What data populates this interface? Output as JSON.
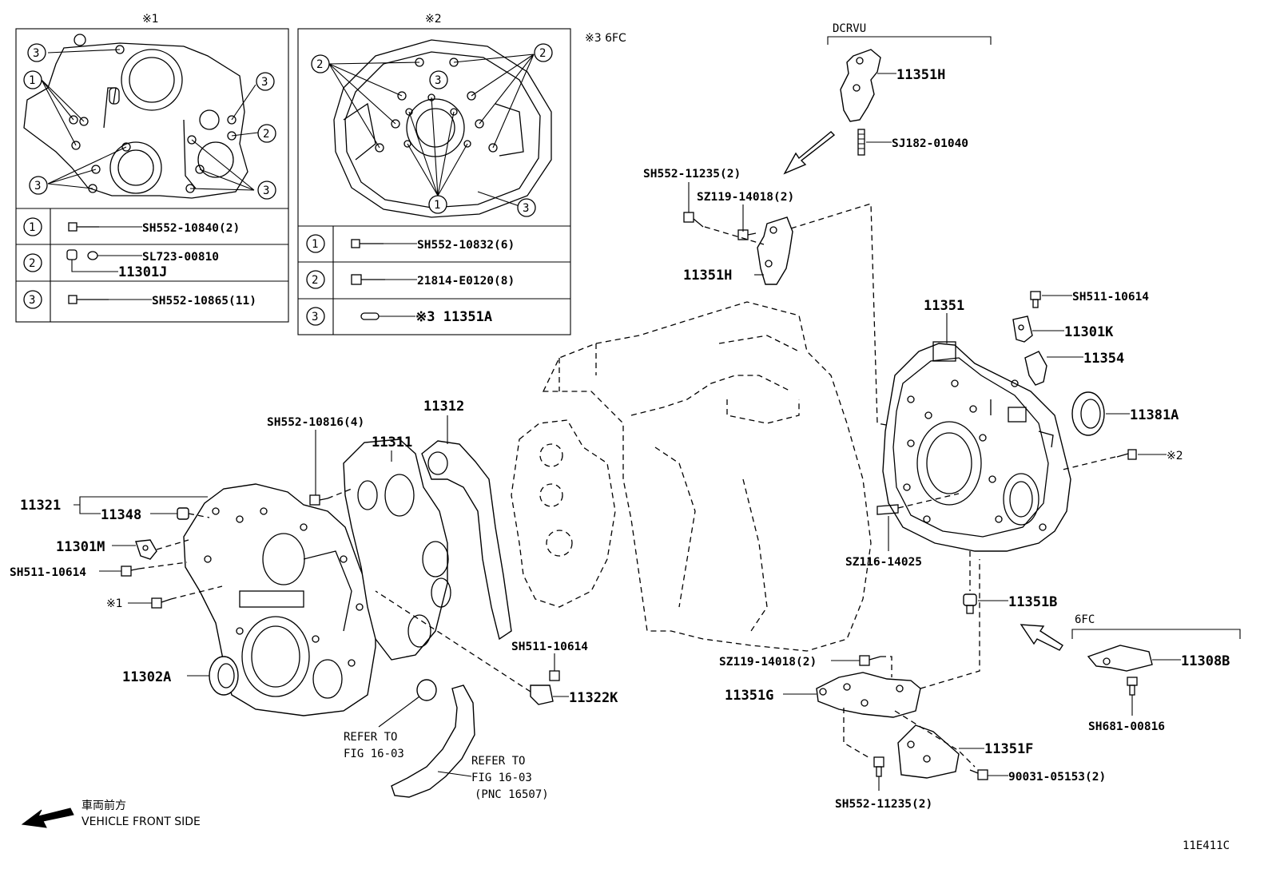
{
  "insets": {
    "inset1": {
      "title": "※1",
      "rows": [
        {
          "num": "1",
          "part": "SH552-10840(2)"
        },
        {
          "num": "2",
          "part": "SL723-00810",
          "part2": "11301J"
        },
        {
          "num": "3",
          "part": "SH552-10865(11)"
        }
      ],
      "callouts": [
        "3",
        "1",
        "3",
        "2",
        "3",
        "3"
      ]
    },
    "inset2": {
      "title": "※2",
      "rows": [
        {
          "num": "1",
          "part": "SH552-10832(6)"
        },
        {
          "num": "2",
          "part": "21814-E0120(8)"
        },
        {
          "num": "3",
          "part": "※3 11351A"
        }
      ],
      "callouts": [
        "2",
        "2",
        "3",
        "1",
        "3"
      ]
    },
    "note3": "※3 6FC"
  },
  "groups": {
    "dcrvu": "DCRVU",
    "fc6": "6FC"
  },
  "labels": {
    "p11351H_top": "11351H",
    "sj182": "SJ182-01040",
    "sh552_11235_top": "SH552-11235(2)",
    "sz119_top": "SZ119-14018(2)",
    "p11351H_mid": "11351H",
    "p11351": "11351",
    "sh511_right": "SH511-10614",
    "p11301K": "11301K",
    "p11354": "11354",
    "p11381A": "11381A",
    "ref2": "※2",
    "sz116": "SZ116-14025",
    "p11351B": "11351B",
    "p11308B": "11308B",
    "sh681": "SH681-00816",
    "sz119_bottom": "SZ119-14018(2)",
    "p11351G": "11351G",
    "p11351F": "11351F",
    "p90031": "90031-05153(2)",
    "sh552_11235_bottom": "SH552-11235(2)",
    "sh552_10816": "SH552-10816(4)",
    "p11312": "11312",
    "p11311": "11311",
    "p11321": "11321",
    "p11348": "11348",
    "p11301M": "11301M",
    "sh511_left": "SH511-10614",
    "ref1": "※1",
    "p11302A": "11302A",
    "sh511_mid": "SH511-10614",
    "p11322K": "11322K",
    "refer1_a": "REFER TO",
    "refer1_b": "FIG 16-03",
    "refer2_a": "REFER TO",
    "refer2_b": "FIG 16-03",
    "refer2_c": "(PNC 16507)"
  },
  "legend": {
    "jp": "車両前方",
    "en": "VEHICLE FRONT SIDE"
  },
  "figure_id": "11E411C"
}
